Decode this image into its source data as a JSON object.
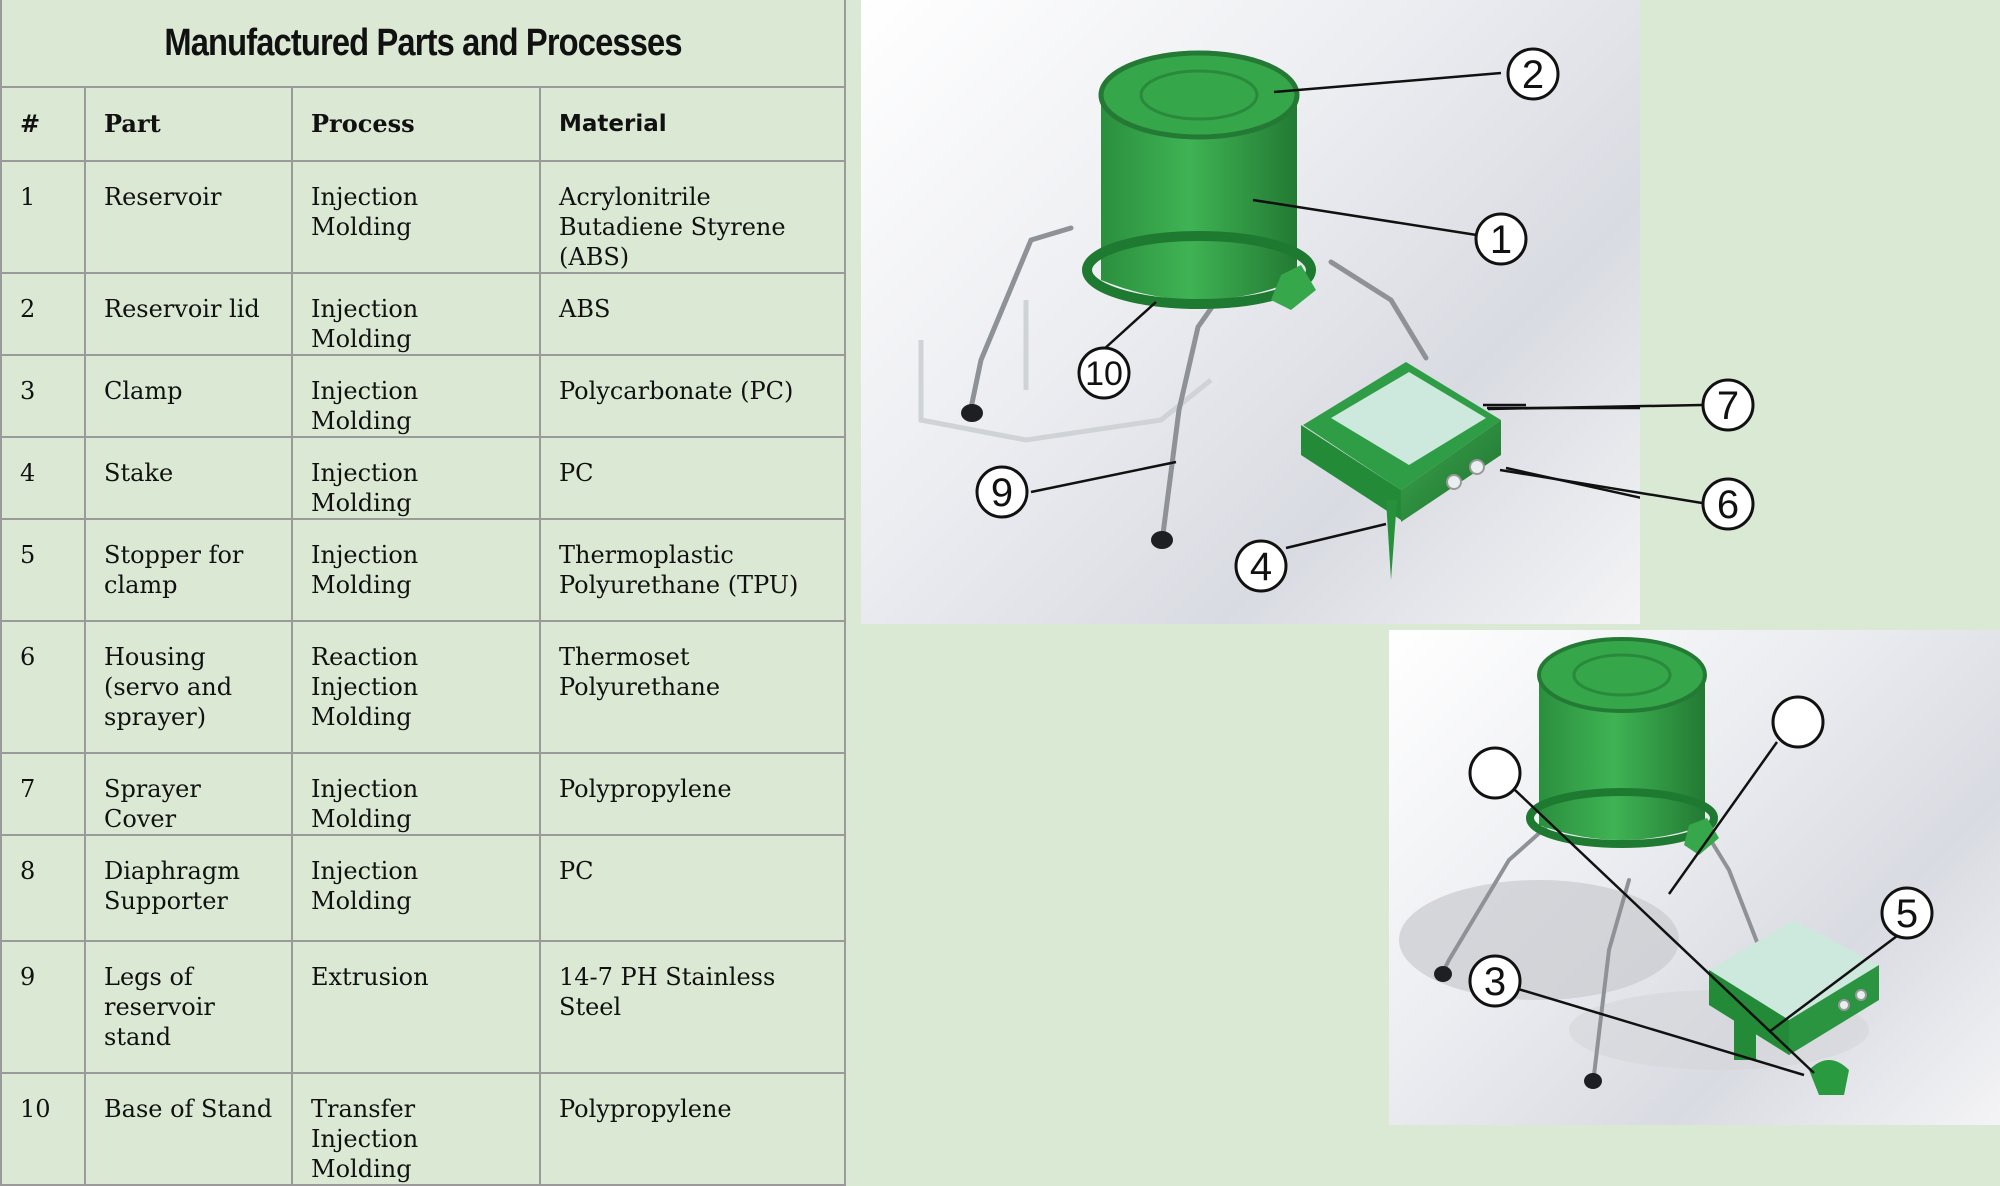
{
  "table": {
    "title": "Manufactured Parts and Processes",
    "headers": [
      "#",
      "Part",
      "Process",
      "Material"
    ],
    "rows": [
      {
        "num": "1",
        "part": "Reservoir",
        "process": "Injection Molding",
        "material": "Acrylonitrile Butadiene Styrene (ABS)"
      },
      {
        "num": "2",
        "part": "Reservoir lid",
        "process": "Injection Molding",
        "material": "ABS"
      },
      {
        "num": "3",
        "part": "Clamp",
        "process": "Injection Molding",
        "material": "Polycarbonate (PC)"
      },
      {
        "num": "4",
        "part": "Stake",
        "process": "Injection Molding",
        "material": "PC"
      },
      {
        "num": "5",
        "part": "Stopper for clamp",
        "process": "Injection Molding",
        "material": "Thermoplastic Polyurethane (TPU)"
      },
      {
        "num": "6",
        "part": "Housing (servo and sprayer)",
        "process": "Reaction Injection Molding",
        "material": "Thermoset Polyurethane"
      },
      {
        "num": "7",
        "part": "Sprayer Cover",
        "process": "Injection Molding",
        "material": "Polypropylene"
      },
      {
        "num": "8",
        "part": "Diaphragm Supporter",
        "process": "Injection Molding",
        "material": "PC"
      },
      {
        "num": "9",
        "part": "Legs of reservoir stand",
        "process": "Extrusion",
        "material": "14-7 PH Stainless Steel"
      },
      {
        "num": "10",
        "part": "Base of Stand",
        "process": "Transfer Injection Molding",
        "material": "Polypropylene"
      }
    ]
  },
  "render_top": {
    "callouts": [
      "1",
      "2",
      "4",
      "6",
      "7",
      "9",
      "10"
    ]
  },
  "render_bottom": {
    "callouts": [
      "3",
      "5"
    ]
  },
  "colors": {
    "background": "#d9e9d3",
    "table_fill": "#dbe9d4",
    "grid": "#9a9a9a",
    "device_green": "#2fa045"
  }
}
